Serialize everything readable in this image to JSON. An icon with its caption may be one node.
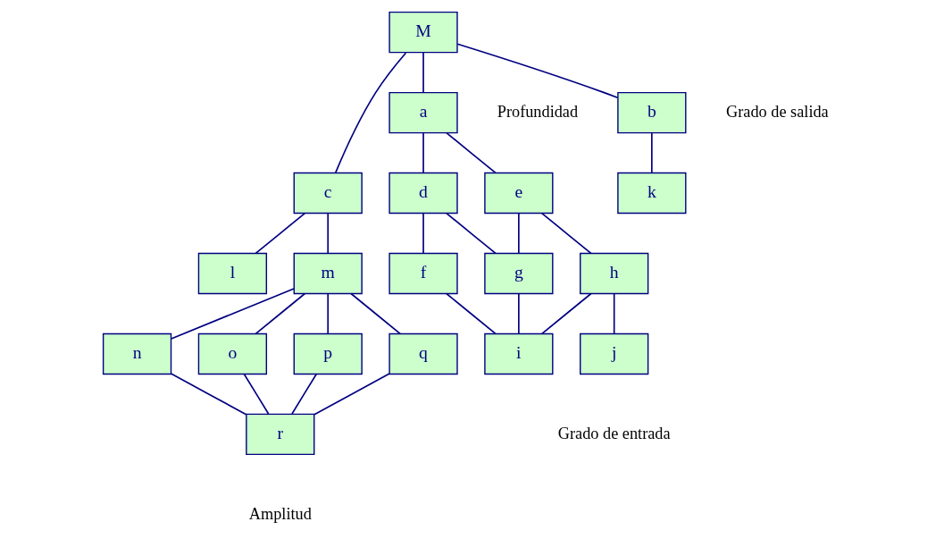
{
  "diagram": {
    "nodes": [
      {
        "text": [
          "M"
        ]
      },
      {
        "text": [
          "a"
        ]
      },
      {
        "text": [
          "b"
        ]
      },
      {
        "text": [
          "c"
        ]
      },
      {
        "text": [
          "d"
        ]
      },
      {
        "text": [
          "e"
        ]
      },
      {
        "text": [
          "k"
        ]
      },
      {
        "text": [
          "l"
        ]
      },
      {
        "text": [
          "m"
        ]
      },
      {
        "text": [
          "f"
        ]
      },
      {
        "text": [
          "g"
        ]
      },
      {
        "text": [
          "h"
        ]
      },
      {
        "text": [
          "n"
        ]
      },
      {
        "text": [
          "o"
        ]
      },
      {
        "text": [
          "p"
        ]
      },
      {
        "text": [
          "q"
        ]
      },
      {
        "text": [
          "i"
        ]
      },
      {
        "text": [
          "j"
        ]
      },
      {
        "text": [
          "r"
        ]
      }
    ],
    "edges": [
      {
        "from": 0,
        "to": 1,
        "arrow": "none"
      },
      {
        "from": 0,
        "to": 2,
        "arrow": "none"
      },
      {
        "from": 0,
        "to": 3,
        "arrow": "none"
      },
      {
        "from": 1,
        "to": 4,
        "arrow": "none"
      },
      {
        "from": 1,
        "to": 5,
        "arrow": "none"
      },
      {
        "from": 2,
        "to": 6,
        "arrow": "none"
      },
      {
        "from": 3,
        "to": 7,
        "arrow": "none"
      },
      {
        "from": 3,
        "to": 8,
        "arrow": "none"
      },
      {
        "from": 4,
        "to": 9,
        "arrow": "none"
      },
      {
        "from": 4,
        "to": 10,
        "arrow": "none"
      },
      {
        "from": 5,
        "to": 10,
        "arrow": "none"
      },
      {
        "from": 5,
        "to": 11,
        "arrow": "none"
      },
      {
        "from": 8,
        "to": 12,
        "arrow": "none"
      },
      {
        "from": 8,
        "to": 13,
        "arrow": "none"
      },
      {
        "from": 8,
        "to": 14,
        "arrow": "none"
      },
      {
        "from": 8,
        "to": 15,
        "arrow": "none"
      },
      {
        "from": 9,
        "to": 16,
        "arrow": "none"
      },
      {
        "from": 10,
        "to": 16,
        "arrow": "none"
      },
      {
        "from": 11,
        "to": 16,
        "arrow": "none"
      },
      {
        "from": 11,
        "to": 17,
        "arrow": "none"
      },
      {
        "from": 12,
        "to": 18,
        "arrow": "none"
      },
      {
        "from": 13,
        "to": 18,
        "arrow": "none"
      },
      {
        "from": 14,
        "to": 18,
        "arrow": "none"
      },
      {
        "from": 15,
        "to": 18,
        "arrow": "none"
      }
    ],
    "labels": [
      "Profundidad",
      "Grado de salida",
      "Grado de entrada",
      "Amplitud"
    ]
  }
}
